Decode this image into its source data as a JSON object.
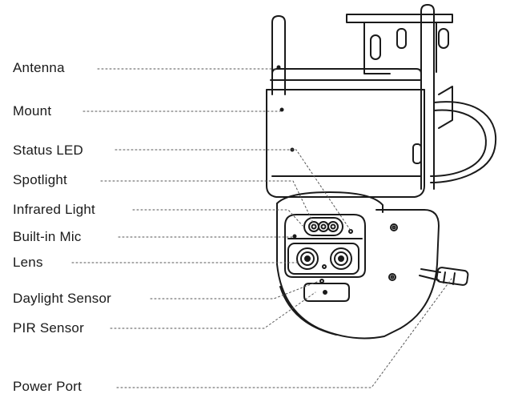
{
  "labels": {
    "antenna": "Antenna",
    "mount": "Mount",
    "status_led": "Status LED",
    "spotlight": "Spotlight",
    "infrared_light": "Infrared Light",
    "built_in_mic": "Built-in Mic",
    "lens": "Lens",
    "daylight_sensor": "Daylight Sensor",
    "pir_sensor": "PIR Sensor",
    "power_port": "Power Port"
  }
}
